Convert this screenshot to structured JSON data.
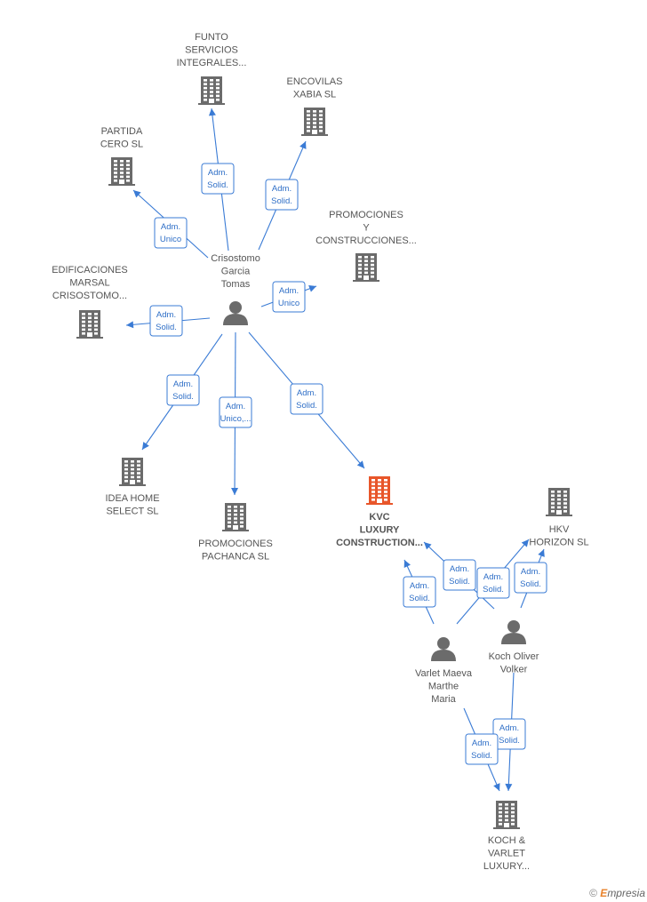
{
  "nodes": [
    {
      "id": "funto",
      "type": "company",
      "lines": [
        "FUNTO",
        "SERVICIOS",
        "INTEGRALES..."
      ]
    },
    {
      "id": "encovilas",
      "type": "company",
      "lines": [
        "ENCOVILAS",
        "XABIA  SL"
      ]
    },
    {
      "id": "partida",
      "type": "company",
      "lines": [
        "PARTIDA",
        "CERO  SL"
      ]
    },
    {
      "id": "promociones_y",
      "type": "company",
      "lines": [
        "PROMOCIONES",
        "Y",
        "CONSTRUCCIONES..."
      ]
    },
    {
      "id": "edificaciones",
      "type": "company",
      "lines": [
        "EDIFICACIONES",
        "MARSAL",
        "CRISOSTOMO..."
      ]
    },
    {
      "id": "crisostomo",
      "type": "person",
      "lines": [
        "Crisostomo",
        "Garcia",
        "Tomas"
      ]
    },
    {
      "id": "idea_home",
      "type": "company",
      "lines": [
        "IDEA HOME",
        "SELECT  SL"
      ]
    },
    {
      "id": "pachanca",
      "type": "company",
      "lines": [
        "PROMOCIONES",
        "PACHANCA  SL"
      ]
    },
    {
      "id": "kvc",
      "type": "company",
      "main": true,
      "lines": [
        "KVC",
        "LUXURY",
        "CONSTRUCTION..."
      ]
    },
    {
      "id": "hkv",
      "type": "company",
      "lines": [
        "HKV",
        "HORIZON  SL"
      ]
    },
    {
      "id": "koch",
      "type": "person",
      "lines": [
        "Koch Oliver",
        "Volker"
      ]
    },
    {
      "id": "varlet",
      "type": "person",
      "lines": [
        "Varlet Maeva",
        "Marthe",
        "Maria"
      ]
    },
    {
      "id": "koch_varlet",
      "type": "company",
      "lines": [
        "KOCH &",
        "VARLET",
        "LUXURY..."
      ]
    }
  ],
  "relations": [
    {
      "id": "r_funto",
      "lines": [
        "Adm.",
        "Solid."
      ]
    },
    {
      "id": "r_encovilas",
      "lines": [
        "Adm.",
        "Solid."
      ]
    },
    {
      "id": "r_partida",
      "lines": [
        "Adm.",
        "Unico"
      ]
    },
    {
      "id": "r_promociones_y",
      "lines": [
        "Adm.",
        "Unico"
      ]
    },
    {
      "id": "r_edificaciones",
      "lines": [
        "Adm.",
        "Solid."
      ]
    },
    {
      "id": "r_idea",
      "lines": [
        "Adm.",
        "Solid."
      ]
    },
    {
      "id": "r_pachanca",
      "lines": [
        "Adm.",
        "Unico,..."
      ]
    },
    {
      "id": "r_kvc",
      "lines": [
        "Adm.",
        "Solid."
      ]
    },
    {
      "id": "r_varlet_kvc",
      "lines": [
        "Adm.",
        "Solid."
      ]
    },
    {
      "id": "r_koch_kvc",
      "lines": [
        "Adm.",
        "Solid."
      ]
    },
    {
      "id": "r_varlet_hkv",
      "lines": [
        "Adm.",
        "Solid."
      ]
    },
    {
      "id": "r_koch_hkv",
      "lines": [
        "Adm.",
        "Solid."
      ]
    },
    {
      "id": "r_koch_kv",
      "lines": [
        "Adm.",
        "Solid."
      ]
    },
    {
      "id": "r_varlet_kv",
      "lines": [
        "Adm.",
        "Solid."
      ]
    }
  ],
  "colors": {
    "edge": "#3a7bd5",
    "building": "#6b6b6b",
    "building_main": "#e8562a",
    "person": "#6b6b6b"
  },
  "footer": {
    "copyright": "©",
    "brand_initial": "E",
    "brand_rest": "mpresia"
  }
}
